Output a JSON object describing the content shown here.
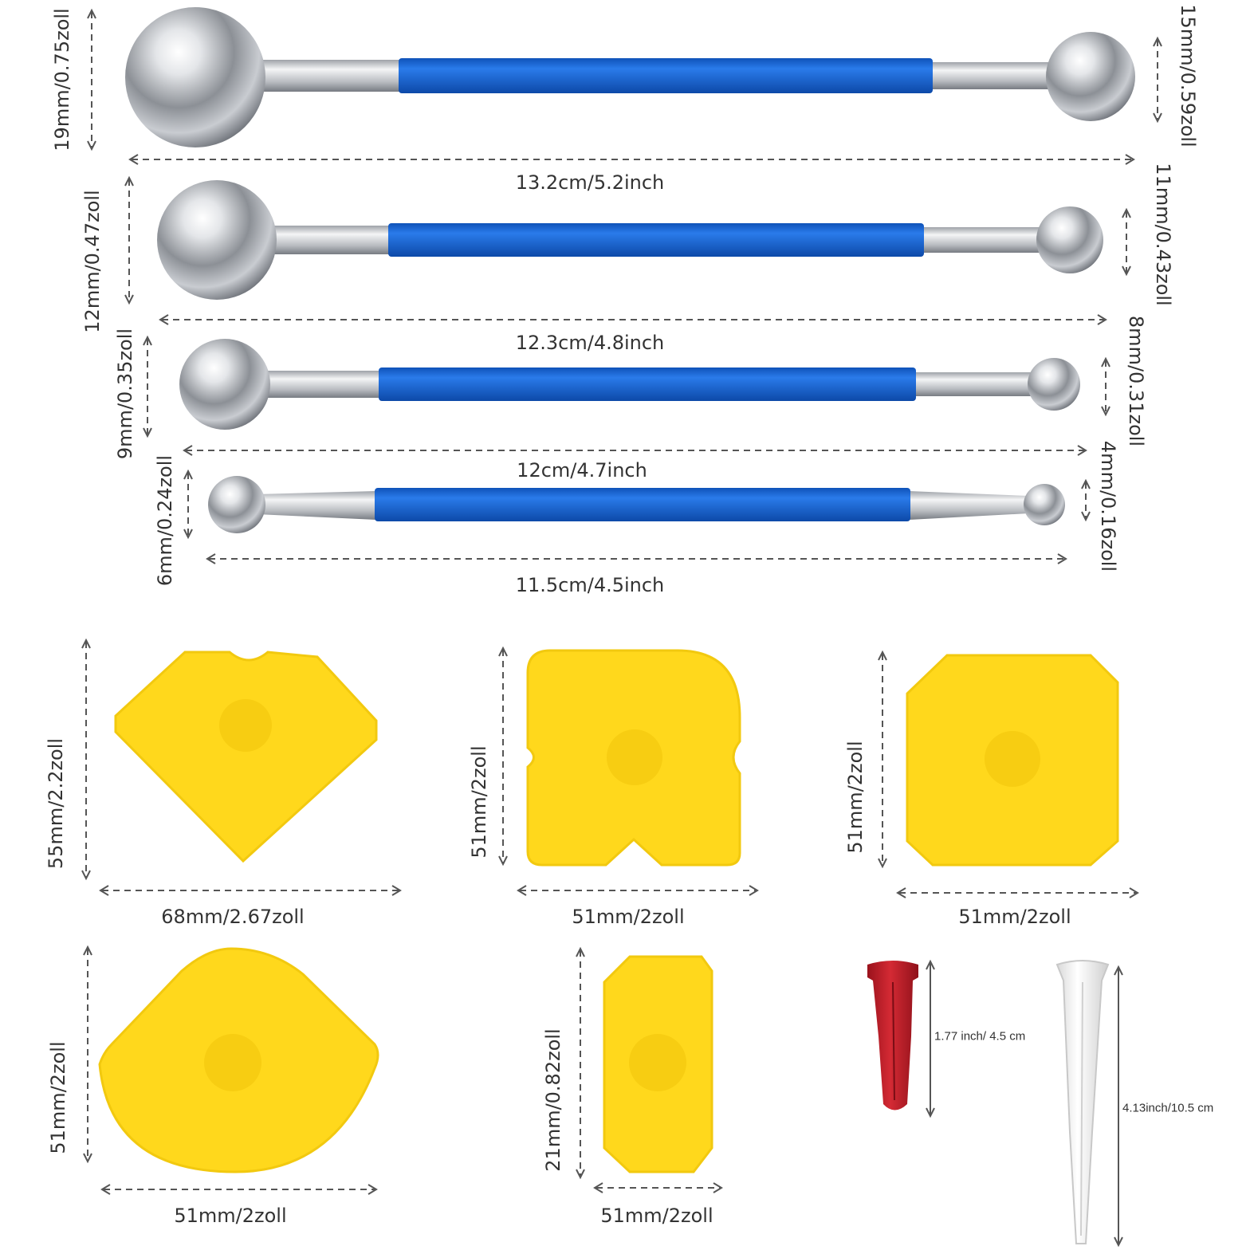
{
  "colors": {
    "blue": "#1565d8",
    "yellow": "#ffd81c",
    "yellow_shade": "#f2c90f",
    "red": "#c8202c",
    "white_nozzle": "#f2f2f2",
    "dim_line": "#555555",
    "label": "#333333"
  },
  "ball_tools": [
    {
      "left_label": "19mm/0.75zoll",
      "right_label": "15mm/0.59zoll",
      "length_label": "13.2cm/5.2inch"
    },
    {
      "left_label": "12mm/0.47zoll",
      "right_label": "11mm/0.43zoll",
      "length_label": "12.3cm/4.8inch"
    },
    {
      "left_label": "9mm/0.35zoll",
      "right_label": "8mm/0.31zoll",
      "length_label": "12cm/4.7inch"
    },
    {
      "left_label": "6mm/0.24zoll",
      "right_label": "4mm/0.16zoll",
      "length_label": "11.5cm/4.5inch"
    }
  ],
  "scrapers": [
    {
      "height_label": "55mm/2.2zoll",
      "width_label": "68mm/2.67zoll"
    },
    {
      "height_label": "51mm/2zoll",
      "width_label": "51mm/2zoll"
    },
    {
      "height_label": "51mm/2zoll",
      "width_label": "51mm/2zoll"
    },
    {
      "height_label": "51mm/2zoll",
      "width_label": "51mm/2zoll"
    },
    {
      "height_label": "21mm/0.82zoll",
      "width_label": "51mm/2zoll"
    }
  ],
  "nozzles": [
    {
      "label": "1.77 inch/ 4.5 cm"
    },
    {
      "label": "4.13inch/10.5 cm"
    }
  ]
}
